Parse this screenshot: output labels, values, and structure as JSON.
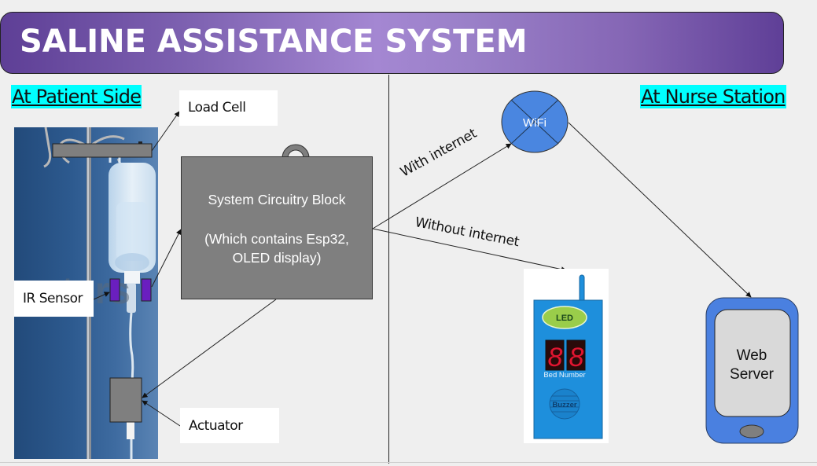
{
  "title": "SALINE ASSISTANCE SYSTEM",
  "sections": {
    "patient_side": "At Patient Side",
    "nurse_station": "At Nurse Station"
  },
  "components": {
    "load_cell": "Load Cell",
    "ir_sensor": "IR Sensor",
    "actuator": "Actuator",
    "circuit_block": {
      "title": "System Circuitry Block",
      "description": "(Which contains Esp32, OLED display)"
    },
    "wifi": "WiFi",
    "pager": {
      "led": "LED",
      "display": "8.8.",
      "display_caption": "Bed Number",
      "buzzer": "Buzzer"
    },
    "web_server": {
      "line1": "Web",
      "line2": "Server"
    }
  },
  "connections": {
    "with_internet": "With internet",
    "without_internet": "Without internet"
  },
  "colors": {
    "title_gradient_dark": "#5e3f96",
    "title_gradient_light": "#a487d2",
    "section_highlight": "#00ffff",
    "circuit_block": "#7f7f7f",
    "wifi_blue": "#4a86e0",
    "ir_sensor_purple": "#6a1fbf",
    "pager_blue": "#1e8fdc",
    "led_green": "#9acd4a",
    "phone_blue": "#4a80e0"
  }
}
